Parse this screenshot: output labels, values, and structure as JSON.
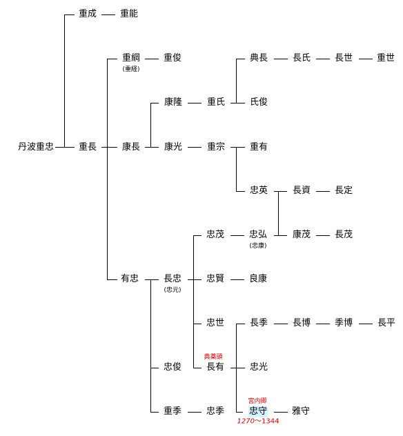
{
  "persons": {
    "tanba_shigetada": "丹波重忠",
    "shigenari": "重成",
    "shigeyoshi_a": "重能",
    "shigenaga": "重長",
    "shigetsuna": "重綱",
    "shigetsuna_alt": "(重経)",
    "shigetoshi": "重俊",
    "yasunaga": "康長",
    "yasutaka": "康隆",
    "shigeuji": "重氏",
    "ujitoshi": "氏俊",
    "norinaga": "典長",
    "nagauji": "長氏",
    "nagayo": "長世",
    "shigeyo": "重世",
    "yasumitsu": "康光",
    "shigemune": "重宗",
    "shigeari": "重有",
    "tadahide": "忠英",
    "nagasuke": "長資",
    "nagasada": "長定",
    "tadahiro": "忠弘",
    "tadahiro_alt": "(忠康)",
    "yasushige": "康茂",
    "nagashige": "長茂",
    "tadashige": "忠茂",
    "aritada": "有忠",
    "nagatada": "長忠",
    "nagatada_alt": "(忠元)",
    "tadakata": "忠賢",
    "yoshiyasu": "良康",
    "tadayo": "忠世",
    "nagasue": "長季",
    "nagahiro": "長博",
    "suehiro": "季博",
    "nagahira": "長平",
    "tadatoshi": "忠俊",
    "nagaari": "長有",
    "nagaari_title": "典薬頭",
    "tadamitsu": "忠光",
    "shigesue": "重季",
    "tadasue": "忠季",
    "tadamori": "忠守",
    "tadamori_title": "宮内卿",
    "tadamori_birth": "1270",
    "tadamori_sep": "〜",
    "tadamori_death": "1344",
    "masamori": "雅守"
  },
  "colors": {
    "line": "#000000",
    "title_text": "#cc0000",
    "highlight": "#d6f4ff"
  }
}
